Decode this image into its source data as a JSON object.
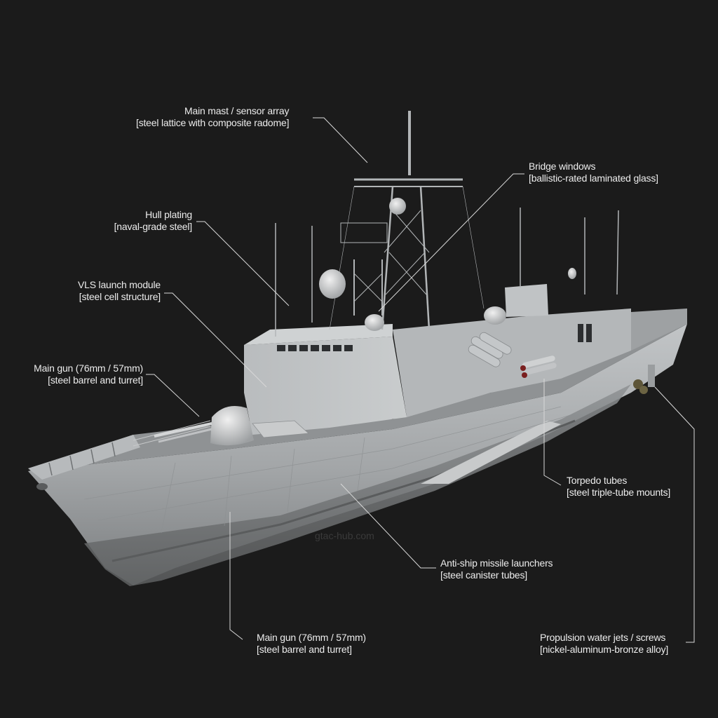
{
  "figure": {
    "subject": "Naval frigate / corvette with labeled components",
    "background_color": "#1b1b1b",
    "label_color": "#ececec",
    "leader_color": "#d8d8d8",
    "hull_color": "#a9acae"
  },
  "callouts": [
    {
      "id": "main-mast",
      "title": "Main mast / sensor array",
      "material": "[steel lattice with composite radome]"
    },
    {
      "id": "bridge-windows",
      "title": "Bridge windows",
      "material": "[ballistic-rated laminated glass]"
    },
    {
      "id": "hull-plating",
      "title": "Hull plating",
      "material": "[naval-grade steel]"
    },
    {
      "id": "vls-module",
      "title": "VLS launch module",
      "material": "[steel cell structure]"
    },
    {
      "id": "main-gun-upper",
      "title": "Main gun (76mm / 57mm)",
      "material": "[steel barrel and turret]"
    },
    {
      "id": "torpedo-tubes",
      "title": "Torpedo tubes",
      "material": "[steel triple-tube mounts]"
    },
    {
      "id": "anti-ship-missiles",
      "title": "Anti-ship missile launchers",
      "material": "[steel canister tubes]"
    },
    {
      "id": "main-gun-lower",
      "title": "Main gun (76mm / 57mm)",
      "material": "[steel barrel and turret]"
    },
    {
      "id": "propulsion",
      "title": "Propulsion water jets / screws",
      "material": "[nickel-aluminum-bronze alloy]"
    }
  ],
  "watermark": "gtac-hub.com"
}
